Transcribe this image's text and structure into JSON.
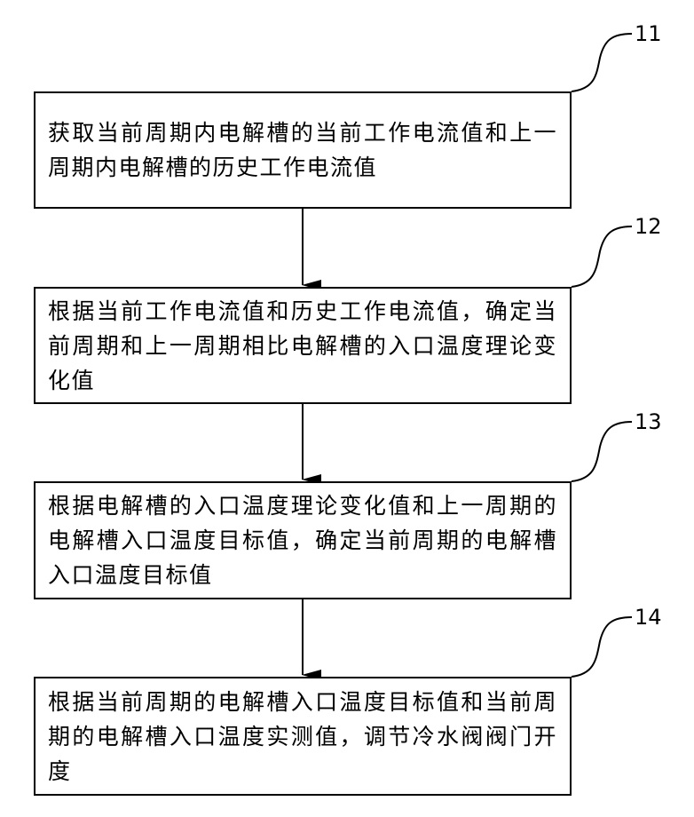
{
  "steps": [
    {
      "id": "11",
      "text": "获取当前周期内电解槽的当前工作电流值和上一周期内电解槽的历史工作电流值"
    },
    {
      "id": "12",
      "text": "根据当前工作电流值和历史工作电流值，确定当前周期和上一周期相比电解槽的入口温度理论变化值"
    },
    {
      "id": "13",
      "text": "根据电解槽的入口温度理论变化值和上一周期的电解槽入口温度目标值，确定当前周期的电解槽入口温度目标值"
    },
    {
      "id": "14",
      "text": "根据当前周期的电解槽入口温度目标值和当前周期的电解槽入口温度实测值，调节冷水阀阀门开度"
    }
  ]
}
